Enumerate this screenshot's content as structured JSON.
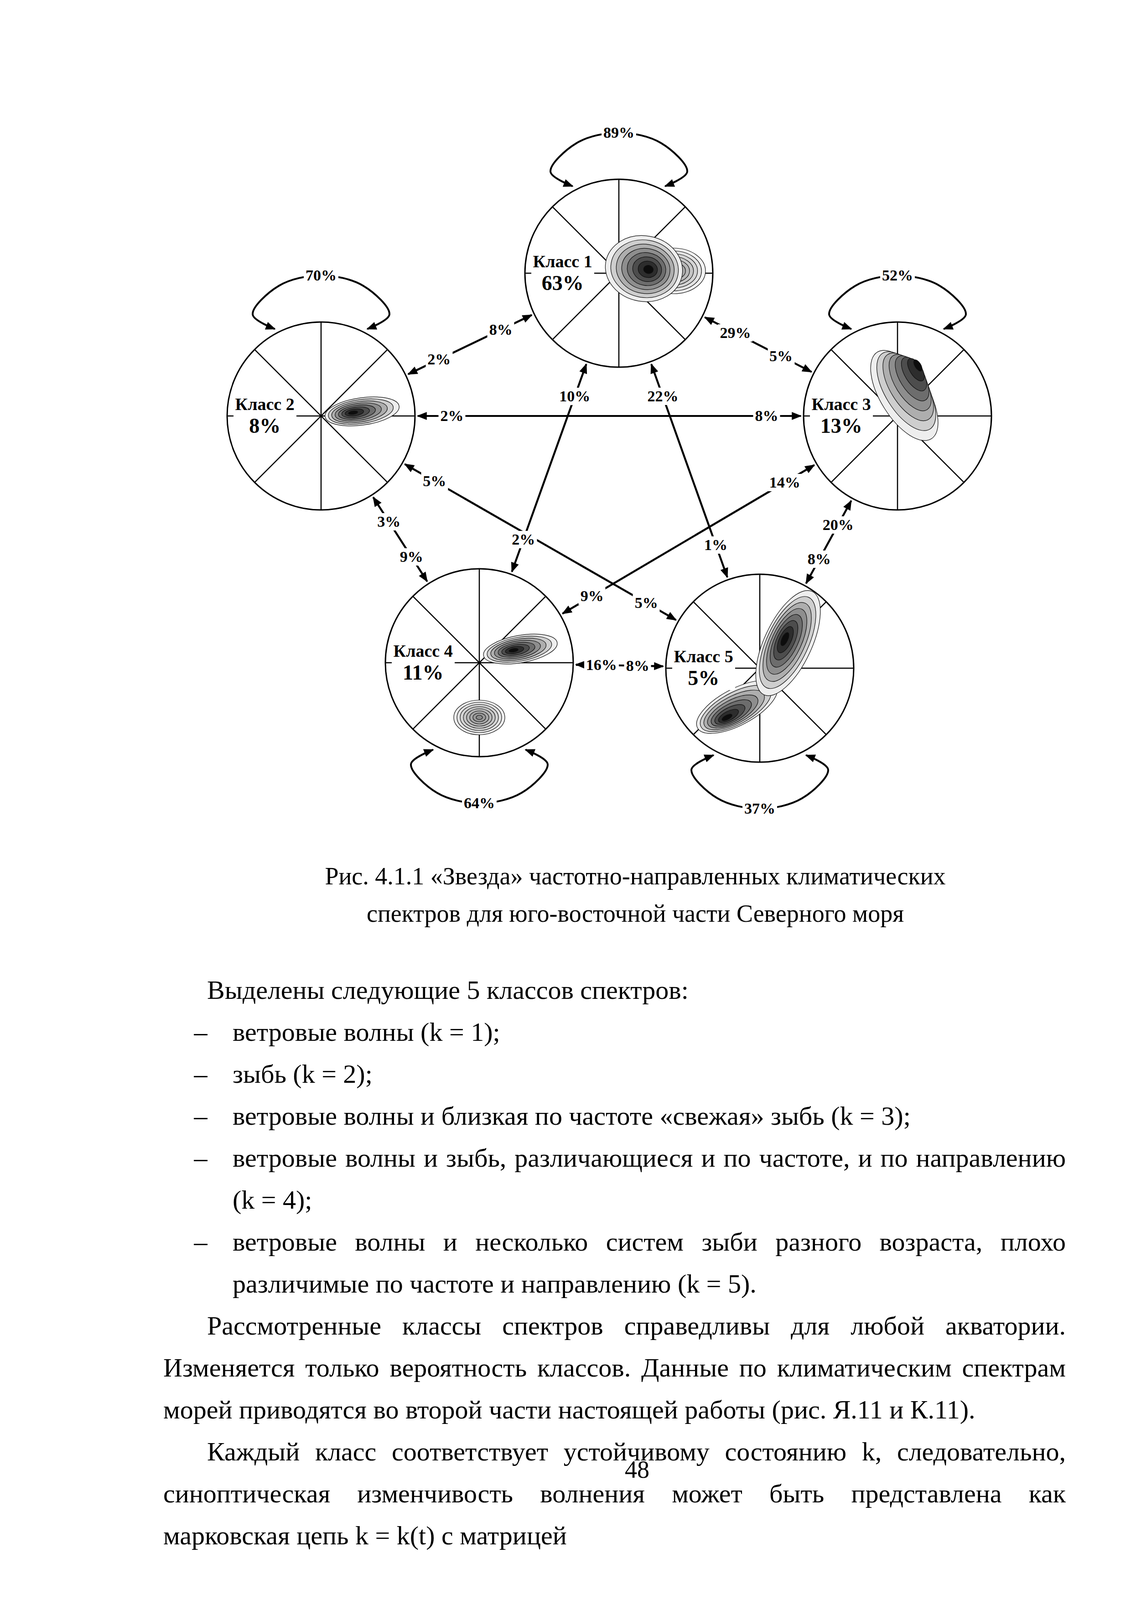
{
  "diagram": {
    "caption": "Рис. 4.1.1 «Звезда» частотно-направленных климатических спектров для юго-восточной части Северного моря",
    "nodes": [
      {
        "text": [
          "Класс 1",
          "63%"
        ]
      },
      {
        "text": [
          "Класс 2",
          "8%"
        ]
      },
      {
        "text": [
          "Класс 3",
          "13%"
        ]
      },
      {
        "text": [
          "Класс 4",
          "11%"
        ]
      },
      {
        "text": [
          "Класс 5",
          "5%"
        ]
      }
    ],
    "edges": [
      {
        "from": 0,
        "to": 0,
        "label": "89%",
        "arrow": "both"
      },
      {
        "from": 1,
        "to": 1,
        "label": "70%",
        "arrow": "both"
      },
      {
        "from": 2,
        "to": 2,
        "label": "52%",
        "arrow": "both"
      },
      {
        "from": 3,
        "to": 3,
        "label": "64%",
        "arrow": "both"
      },
      {
        "from": 4,
        "to": 4,
        "label": "37%",
        "arrow": "both"
      },
      {
        "from": 0,
        "to": 1,
        "label": "2%",
        "arrow": "to"
      },
      {
        "from": 1,
        "to": 0,
        "label": "8%",
        "arrow": "to"
      },
      {
        "from": 0,
        "to": 2,
        "label": "5%",
        "arrow": "to"
      },
      {
        "from": 2,
        "to": 0,
        "label": "29%",
        "arrow": "to"
      },
      {
        "from": 0,
        "to": 3,
        "label": "2%",
        "arrow": "to"
      },
      {
        "from": 3,
        "to": 0,
        "label": "10%",
        "arrow": "to"
      },
      {
        "from": 0,
        "to": 4,
        "label": "1%",
        "arrow": "to"
      },
      {
        "from": 4,
        "to": 0,
        "label": "22%",
        "arrow": "to"
      },
      {
        "from": 1,
        "to": 2,
        "label": "8%",
        "arrow": "to"
      },
      {
        "from": 2,
        "to": 1,
        "label": "2%",
        "arrow": "to"
      },
      {
        "from": 1,
        "to": 3,
        "label": "9%",
        "arrow": "to"
      },
      {
        "from": 3,
        "to": 1,
        "label": "3%",
        "arrow": "to"
      },
      {
        "from": 1,
        "to": 4,
        "label": "5%",
        "arrow": "to"
      },
      {
        "from": 4,
        "to": 1,
        "label": "5%",
        "arrow": "to"
      },
      {
        "from": 2,
        "to": 3,
        "label": "9%",
        "arrow": "to"
      },
      {
        "from": 3,
        "to": 2,
        "label": "14%",
        "arrow": "to"
      },
      {
        "from": 2,
        "to": 4,
        "label": "8%",
        "arrow": "to"
      },
      {
        "from": 4,
        "to": 2,
        "label": "20%",
        "arrow": "to"
      },
      {
        "from": 3,
        "to": 4,
        "label": "8%",
        "arrow": "to"
      },
      {
        "from": 4,
        "to": 3,
        "label": "16%",
        "arrow": "to"
      }
    ],
    "labels": [
      "Выделены следующие 5 классов спектров:",
      "ветровые волны (k = 1);",
      "зыбь (k = 2);",
      "ветровые волны и близкая по частоте «свежая» зыбь (k = 3);",
      "ветровые волны и зыбь, различающиеся и по частоте, и по направлению (k = 4);",
      "ветровые волны и несколько систем зыби разного возраста, плохо различимые по частоте и направлению (k = 5).",
      "Рассмотренные классы спектров справедливы для любой акватории. Изменяется только вероятность классов. Данные по климатическим спектрам морей приводятся во второй части настоящей работы (рис. Я.11 и К.11).",
      "Каждый класс соответствует устойчивому состоянию k, следовательно, синоптическая изменчивость волнения может быть представлена как марковская цепь k = k(t) с матрицей",
      "48"
    ]
  }
}
